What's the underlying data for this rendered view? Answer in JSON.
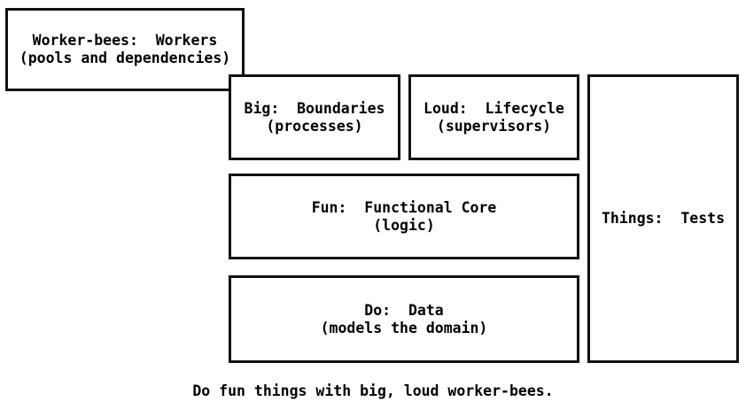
{
  "diagram": {
    "title_text": "Do fun things with big, loud worker-bees.",
    "boxes": [
      {
        "id": "workers",
        "name": "worker-bees-box",
        "line1": "Worker-bees:  Workers",
        "line2": "(pools and dependencies)",
        "label": "Worker-bees:  Workers\n(pools and dependencies)"
      },
      {
        "id": "big",
        "name": "big-boundaries-box",
        "line1": "Big:  Boundaries",
        "line2": "(processes)",
        "label": "Big:  Boundaries\n(processes)"
      },
      {
        "id": "loud",
        "name": "loud-lifecycle-box",
        "line1": "Loud:  Lifecycle",
        "line2": "(supervisors)",
        "label": "Loud:  Lifecycle\n(supervisors)"
      },
      {
        "id": "fun",
        "name": "fun-functional-core-box",
        "line1": "Fun:  Functional Core",
        "line2": "(logic)",
        "label": "Fun:  Functional Core\n(logic)"
      },
      {
        "id": "do",
        "name": "do-data-box",
        "line1": "Do:  Data",
        "line2": "(models the domain)",
        "label": "Do:  Data\n(models the domain)"
      },
      {
        "id": "things",
        "name": "things-tests-box",
        "line1": "Things:  Tests",
        "line2": "",
        "label": "Things:  Tests"
      }
    ],
    "colors": {
      "border": "#111111",
      "background": "#ffffff",
      "text": "#000000"
    }
  }
}
